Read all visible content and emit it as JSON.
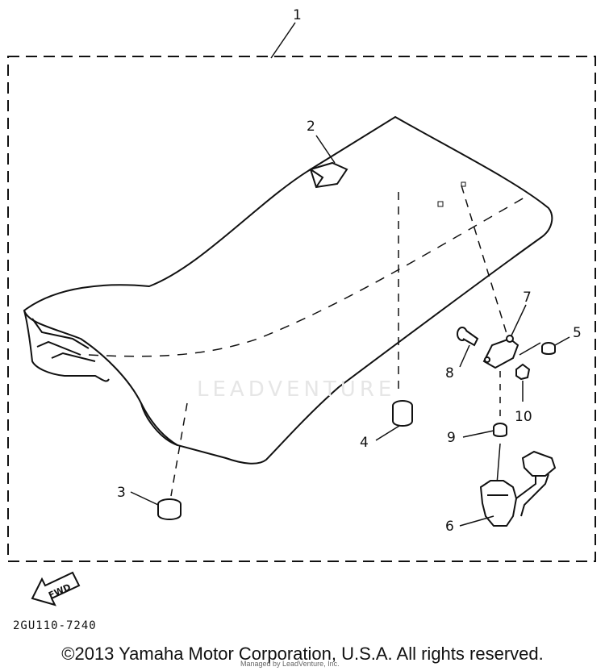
{
  "diagram": {
    "callouts": [
      {
        "id": "1",
        "label": "1"
      },
      {
        "id": "2",
        "label": "2"
      },
      {
        "id": "3",
        "label": "3"
      },
      {
        "id": "4",
        "label": "4"
      },
      {
        "id": "5",
        "label": "5"
      },
      {
        "id": "6",
        "label": "6"
      },
      {
        "id": "7",
        "label": "7"
      },
      {
        "id": "8",
        "label": "8"
      },
      {
        "id": "9",
        "label": "9"
      },
      {
        "id": "10",
        "label": "10"
      }
    ],
    "fwd_label": "FWD",
    "part_code": "2GU110-7240",
    "watermark": "LEADVENTURE",
    "copyright": "©2013 Yamaha Motor Corporation, U.S.A. All rights reserved.",
    "stamp": "Managed by LeadVenture, Inc."
  },
  "colors": {
    "line": "#111111",
    "background": "#ffffff",
    "watermark": "#e6e6e6"
  }
}
